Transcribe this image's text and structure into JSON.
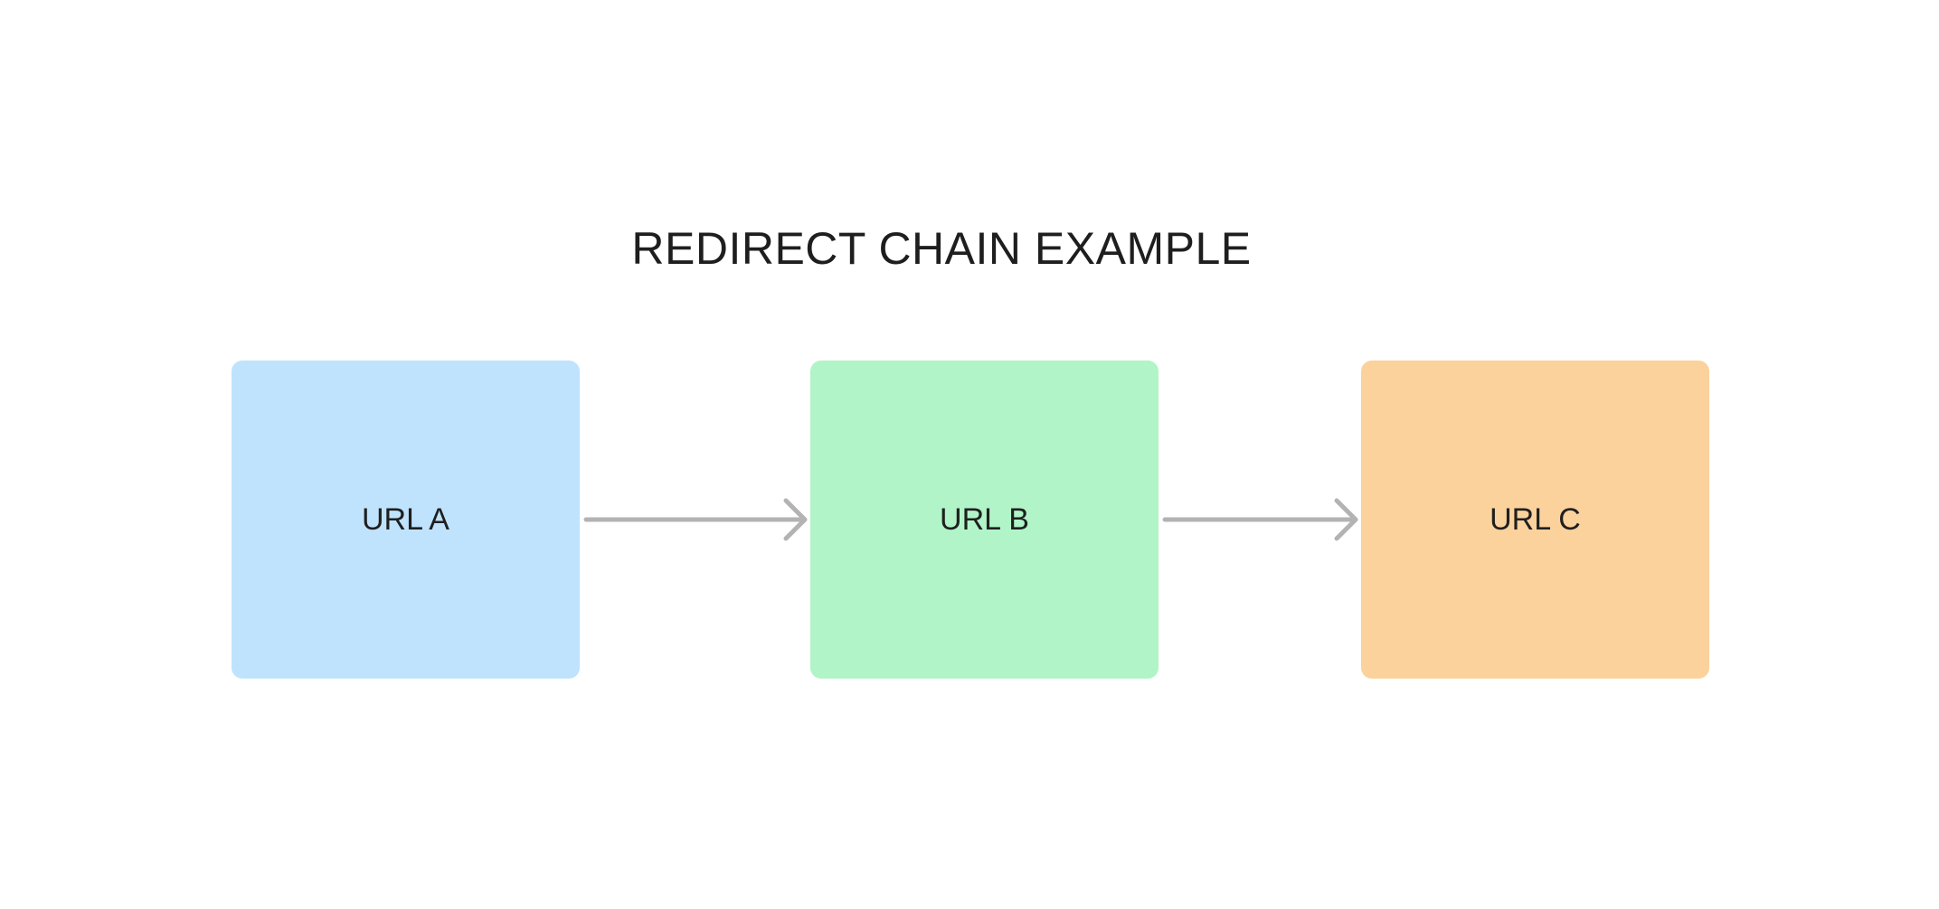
{
  "diagram": {
    "title": "REDIRECT CHAIN EXAMPLE",
    "nodes": [
      {
        "id": "a",
        "label": "URL A",
        "color": "#bfe3fc"
      },
      {
        "id": "b",
        "label": "URL B",
        "color": "#b0f4c8"
      },
      {
        "id": "c",
        "label": "URL C",
        "color": "#fbd19c"
      }
    ],
    "edges": [
      {
        "from": "URL A",
        "to": "URL B"
      },
      {
        "from": "URL B",
        "to": "URL C"
      }
    ],
    "arrow_color": "#b3b3b3"
  }
}
